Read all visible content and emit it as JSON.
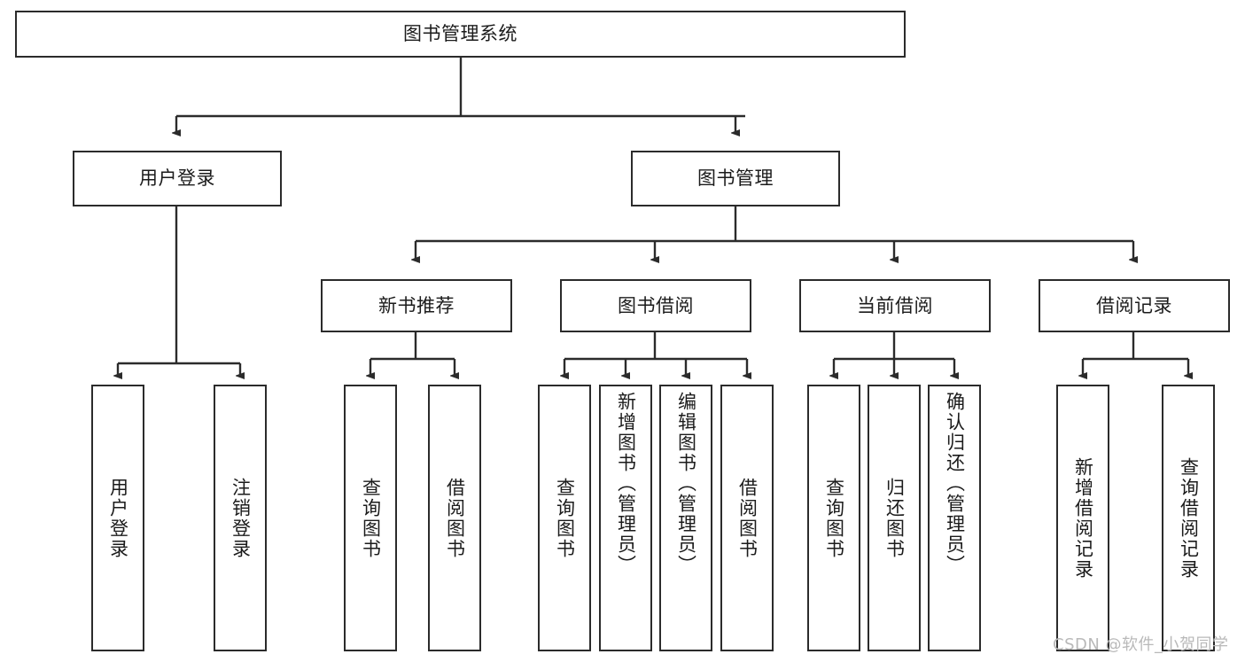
{
  "diagram": {
    "type": "tree-hierarchy",
    "title": "图书管理系统",
    "orientation": "top-down",
    "colors": {
      "box_border": "#2b2b2b",
      "box_fill": "#ffffff",
      "connector": "#2b2b2b",
      "text": "#1b1b1b",
      "watermark": "#b9b9b9"
    },
    "levels": {
      "root": {
        "label": "图书管理系统"
      },
      "level2": [
        {
          "id": "user-login",
          "label": "用户登录"
        },
        {
          "id": "book-management",
          "label": "图书管理"
        }
      ],
      "level3": [
        {
          "id": "new-book-recommend",
          "label": "新书推荐",
          "parent": "book-management"
        },
        {
          "id": "book-borrow",
          "label": "图书借阅",
          "parent": "book-management"
        },
        {
          "id": "current-borrow",
          "label": "当前借阅",
          "parent": "book-management"
        },
        {
          "id": "borrow-record",
          "label": "借阅记录",
          "parent": "book-management"
        }
      ],
      "leaves": [
        {
          "id": "leaf-user-login",
          "label": "用户登录",
          "parent": "user-login"
        },
        {
          "id": "leaf-logout-login",
          "label": "注销登录",
          "parent": "user-login"
        },
        {
          "id": "leaf-query-book-1",
          "label": "查询图书",
          "parent": "new-book-recommend"
        },
        {
          "id": "leaf-borrow-book-1",
          "label": "借阅图书",
          "parent": "new-book-recommend"
        },
        {
          "id": "leaf-query-book-2",
          "label": "查询图书",
          "parent": "book-borrow"
        },
        {
          "id": "leaf-add-book-admin",
          "label": "新增图书（管理员）",
          "parent": "book-borrow"
        },
        {
          "id": "leaf-edit-book-admin",
          "label": "编辑图书（管理员）",
          "parent": "book-borrow"
        },
        {
          "id": "leaf-borrow-book-2",
          "label": "借阅图书",
          "parent": "book-borrow"
        },
        {
          "id": "leaf-query-book-3",
          "label": "查询图书",
          "parent": "current-borrow"
        },
        {
          "id": "leaf-return-book",
          "label": "归还图书",
          "parent": "current-borrow"
        },
        {
          "id": "leaf-confirm-return-admin",
          "label": "确认归还（管理员）",
          "parent": "current-borrow"
        },
        {
          "id": "leaf-add-borrow-record",
          "label": "新增借阅记录",
          "parent": "borrow-record"
        },
        {
          "id": "leaf-query-borrow-record",
          "label": "查询借阅记录",
          "parent": "borrow-record"
        }
      ]
    },
    "watermark": "CSDN @软件_小贺同学"
  }
}
